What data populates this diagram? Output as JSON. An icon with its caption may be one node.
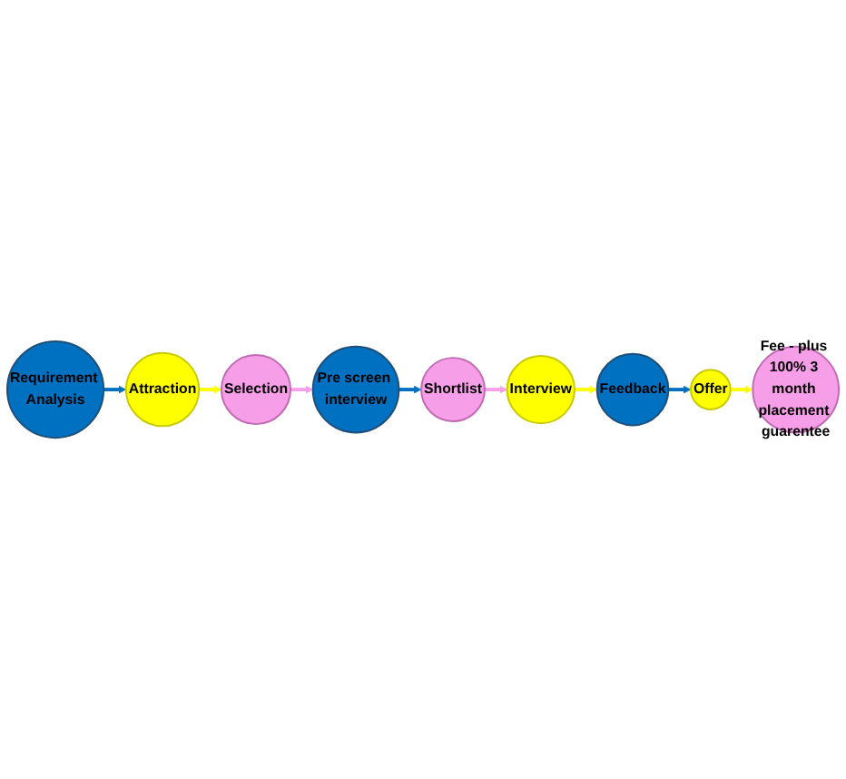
{
  "diagram": {
    "nodes": [
      {
        "text": [
          "Requirement Analysis"
        ]
      },
      {
        "text": [
          "Attraction"
        ]
      },
      {
        "text": [
          "Selection"
        ]
      },
      {
        "text": [
          "Pre screen interview"
        ]
      },
      {
        "text": [
          "Shortlist"
        ]
      },
      {
        "text": [
          "Interview"
        ]
      },
      {
        "text": [
          "Feedback"
        ]
      },
      {
        "text": [
          "Offer"
        ]
      },
      {
        "text": [
          "Fee - plus 100% 3 month placement guarentee"
        ]
      }
    ],
    "edges": [
      {
        "from": 0,
        "to": 1,
        "arrow": "to",
        "color": "#0070c0"
      },
      {
        "from": 1,
        "to": 2,
        "arrow": "to",
        "color": "#ffff00"
      },
      {
        "from": 2,
        "to": 3,
        "arrow": "to",
        "color": "#f79ee8"
      },
      {
        "from": 3,
        "to": 4,
        "arrow": "to",
        "color": "#0070c0"
      },
      {
        "from": 4,
        "to": 5,
        "arrow": "to",
        "color": "#f79ee8"
      },
      {
        "from": 5,
        "to": 6,
        "arrow": "to",
        "color": "#ffff00"
      },
      {
        "from": 6,
        "to": 7,
        "arrow": "to",
        "color": "#0070c0"
      },
      {
        "from": 7,
        "to": 8,
        "arrow": "to",
        "color": "#ffff00"
      }
    ]
  }
}
